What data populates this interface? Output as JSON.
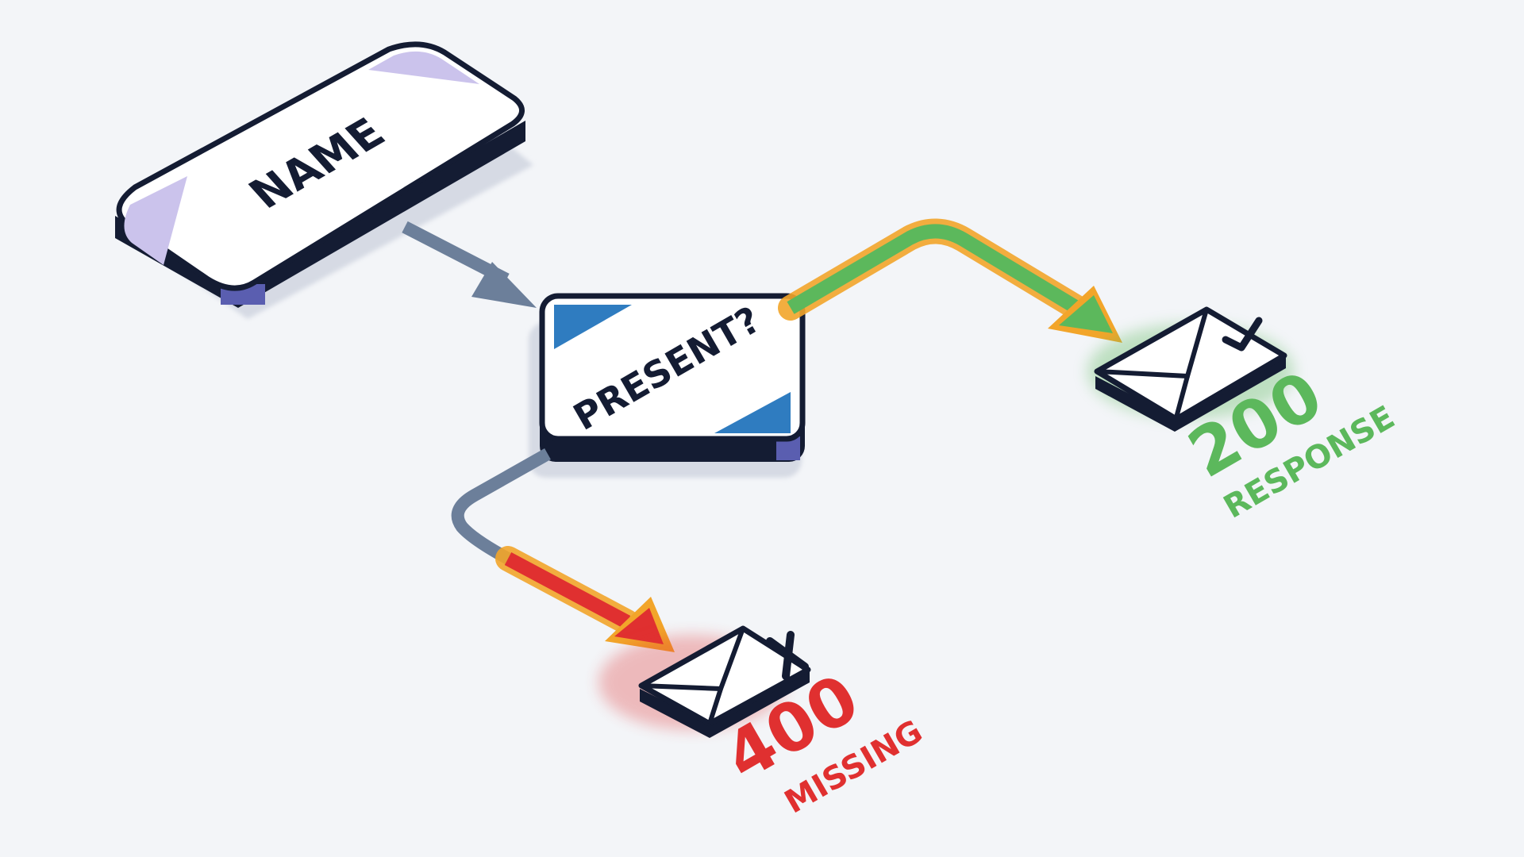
{
  "nodes": {
    "input": {
      "label": "NAME"
    },
    "decision": {
      "label": "PRESENT?"
    }
  },
  "outcomes": {
    "success": {
      "code": "200",
      "text": "RESPONSE",
      "icon": "envelope-check-icon"
    },
    "failure": {
      "code": "400",
      "text": "MISSING",
      "icon": "envelope-x-icon"
    }
  },
  "colors": {
    "background": "#f3f5f8",
    "outline": "#141c33",
    "node_accent_lavender": "#cbc3ec",
    "node_accent_blue": "#2f7cc0",
    "node_side_purple": "#5a5eb0",
    "connector": "#6c7f9a",
    "success": "#5cb85c",
    "failure": "#e03030",
    "glow": "#f2a52a",
    "shadow": "#d6dae4"
  }
}
